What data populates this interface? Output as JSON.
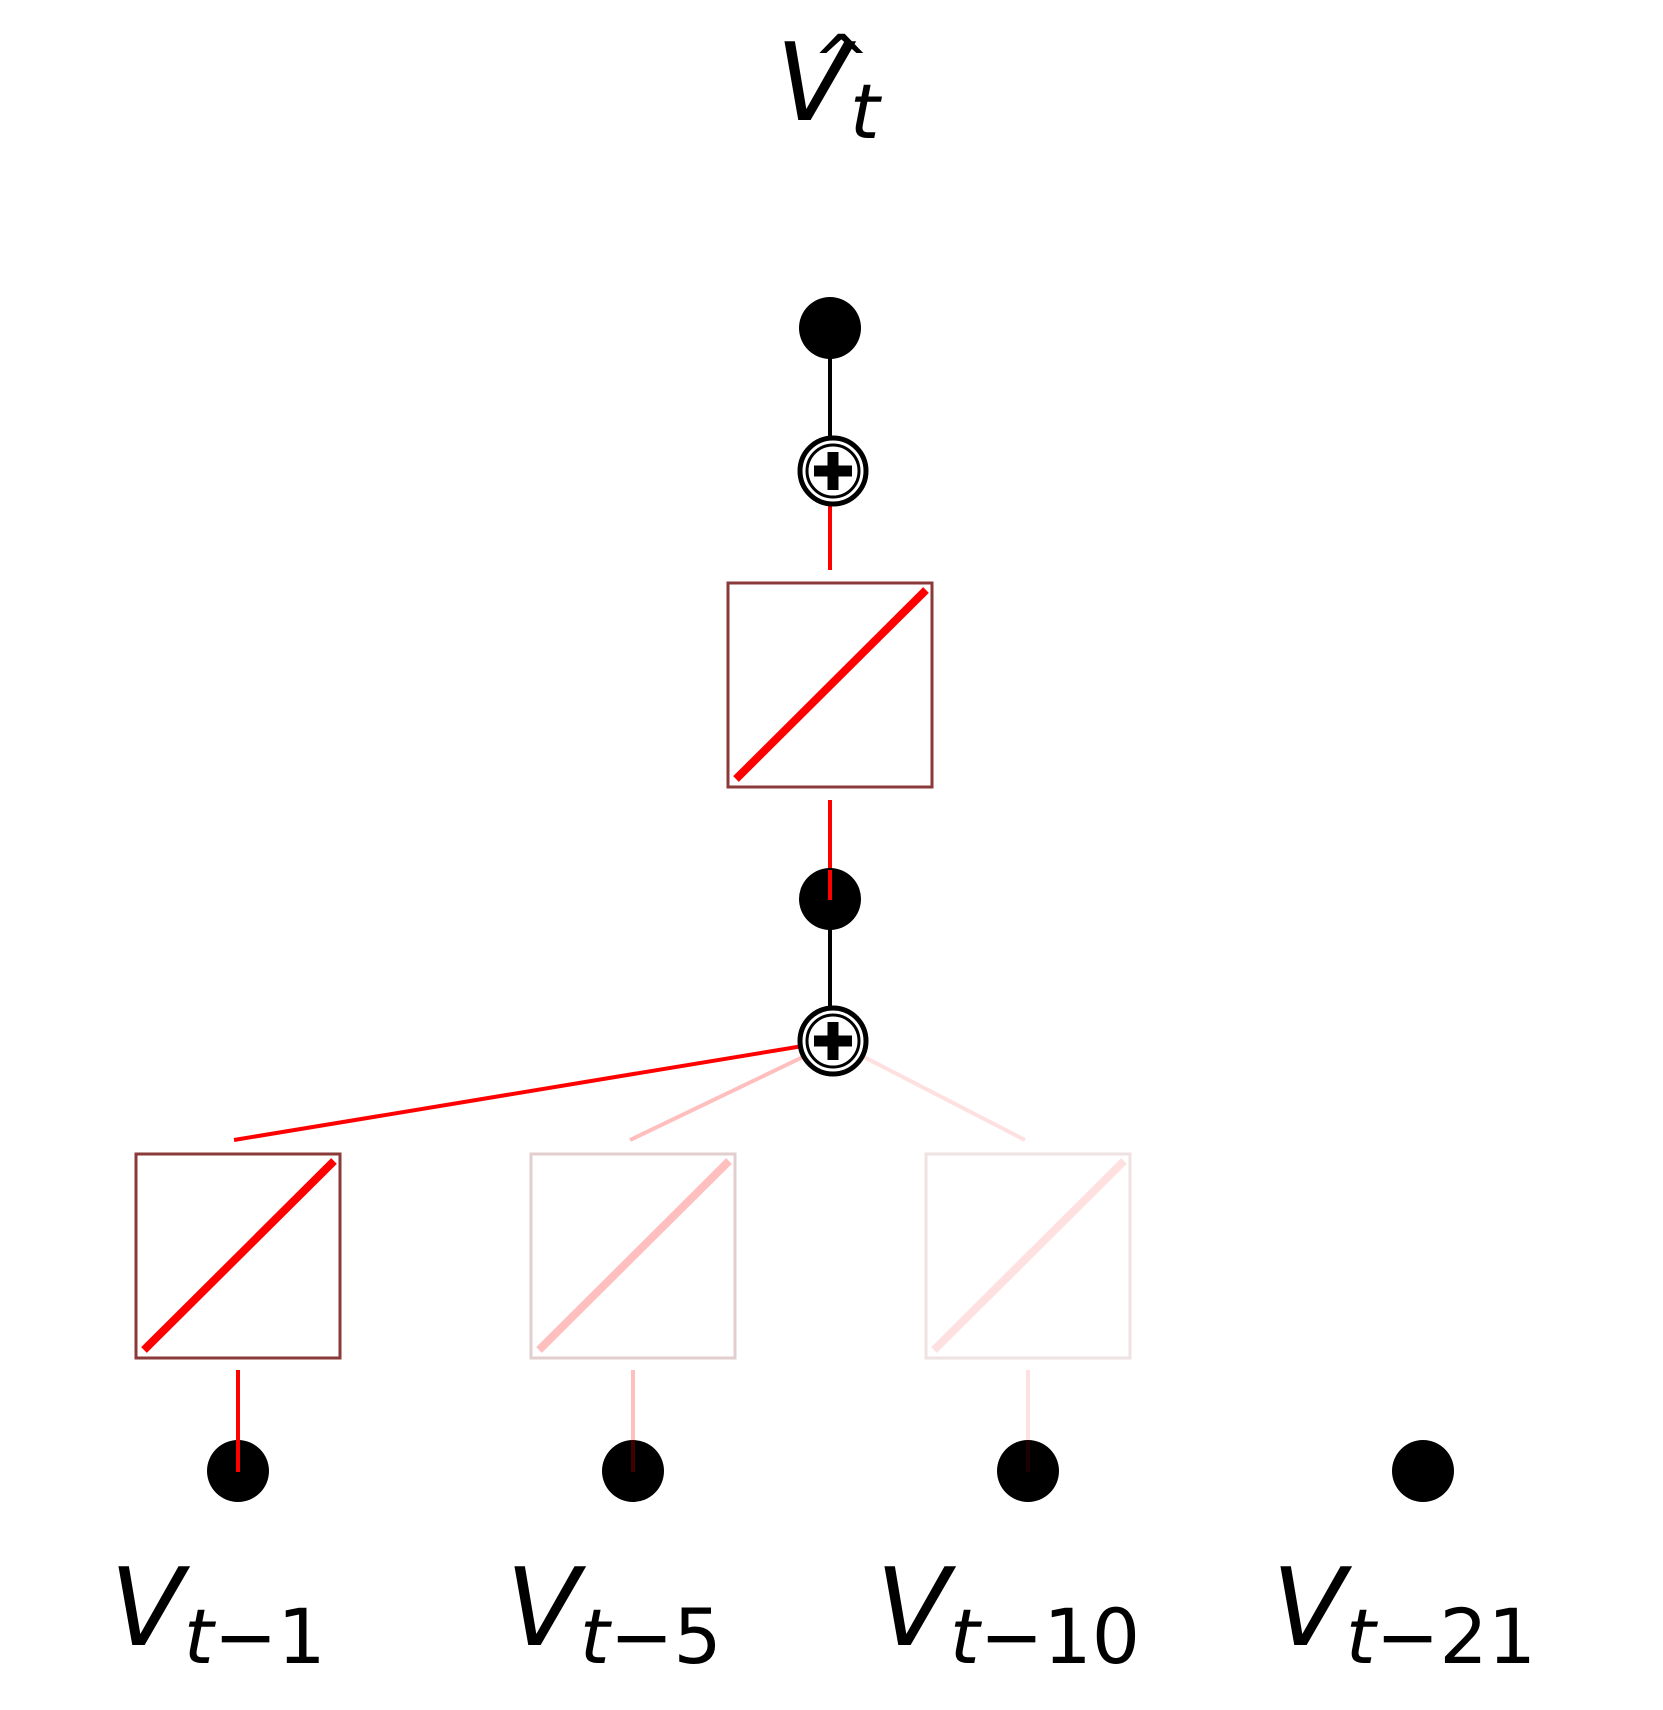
{
  "output": {
    "symbol": "V",
    "hat": "^",
    "subscript_var": "t"
  },
  "inputs": [
    {
      "symbol": "V",
      "subscript_var": "t",
      "op": "−",
      "lag": "1",
      "weight": 1.0
    },
    {
      "symbol": "V",
      "subscript_var": "t",
      "op": "−",
      "lag": "5",
      "weight": 0.25
    },
    {
      "symbol": "V",
      "subscript_var": "t",
      "op": "−",
      "lag": "10",
      "weight": 0.12
    },
    {
      "symbol": "V",
      "subscript_var": "t",
      "op": "−",
      "lag": "21",
      "weight": 0.0
    }
  ],
  "colors": {
    "node": "#000000",
    "edge_active": "#ff0000",
    "box_border": "#8b3a3a",
    "edge_black": "#000000"
  },
  "icons": [
    "sum-node-icon",
    "linear-activation-icon"
  ]
}
